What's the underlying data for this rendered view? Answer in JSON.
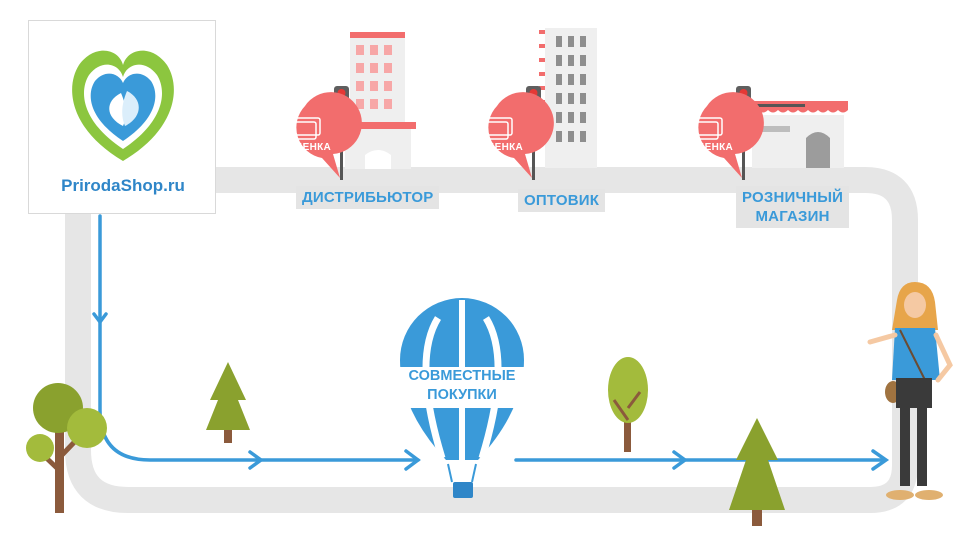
{
  "logo": {
    "text": "PrirodaShop.ru",
    "icon": "heart-leaf-icon",
    "colors": {
      "green": "#8cc63f",
      "blue": "#3a9ad9"
    }
  },
  "stages": [
    {
      "label": "ДИСТРИБЬЮТОР",
      "tag": "НАЦЕНКА"
    },
    {
      "label": "ОПТОВИК",
      "tag": "НАЦЕНКА"
    },
    {
      "label": "РОЗНИЧНЫЙ\nМАГАЗИН",
      "tag": "НАЦЕНКА"
    }
  ],
  "balloon": {
    "label": "СОВМЕСТНЫЕ\nПОКУПКИ",
    "icon": "hot-air-balloon-icon"
  },
  "colors": {
    "road": "#e6e6e6",
    "route": "#3a9ad9",
    "tag": "#f26d6d",
    "tree": "#8aa12e",
    "trunk": "#8b5a3c"
  }
}
